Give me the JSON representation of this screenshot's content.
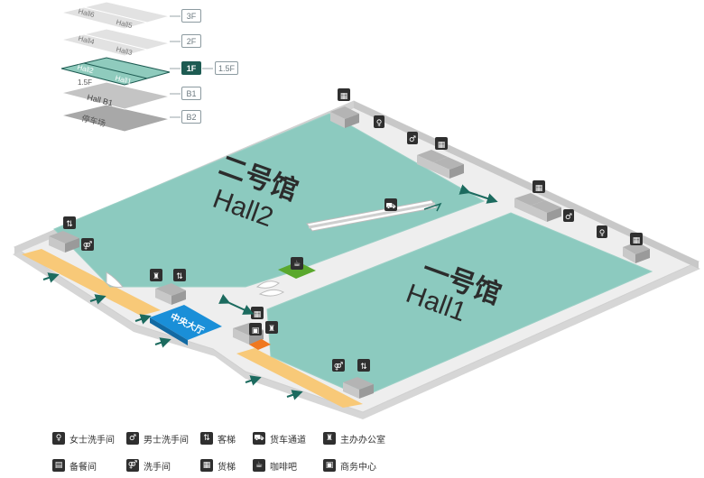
{
  "floor_selector": {
    "tabs": [
      {
        "label": "3F",
        "active": false
      },
      {
        "label": "2F",
        "active": false
      },
      {
        "label": "1F",
        "active": true
      },
      {
        "label": "B1",
        "active": false
      },
      {
        "label": "B2",
        "active": false
      }
    ],
    "mezzanine_tab": "1.5F",
    "layers": {
      "3f_a": "Hall6",
      "3f_b": "Hall5",
      "2f_a": "Hall4",
      "2f_b": "Hall3",
      "1f_a": "Hall2",
      "1f_b": "Hall1",
      "1f_mez": "1.5F",
      "b1": "Hall B1",
      "b2": "停车场"
    }
  },
  "map": {
    "hall2": {
      "cn": "二号馆",
      "en": "Hall2"
    },
    "hall1": {
      "cn": "一号馆",
      "en": "Hall1"
    },
    "central_hall": "中央大厅"
  },
  "colors": {
    "hall": "#8ccabf",
    "floor": "#ebebeb",
    "wall": "#d2d2d2",
    "corridor": "#f8c978",
    "central": "#1a8fd8",
    "cafe": "#5aa82d",
    "service": "#cfcfcf",
    "arrow_teal": "#1c6b5f",
    "icon": "#2f2f2f",
    "active_tab": "#1d5b52"
  },
  "legend": [
    {
      "icon": "female-restroom-icon",
      "glyph": "♀",
      "label": "女士洗手间"
    },
    {
      "icon": "male-restroom-icon",
      "glyph": "♂",
      "label": "男士洗手间"
    },
    {
      "icon": "passenger-elevator-icon",
      "glyph": "⇅",
      "label": "客梯"
    },
    {
      "icon": "freight-truck-icon",
      "glyph": "⛟",
      "label": "货车通道"
    },
    {
      "icon": "organizer-office-icon",
      "glyph": "♜",
      "label": "主办办公室"
    },
    {
      "icon": "dining-room-icon",
      "glyph": "▤",
      "label": "备餐间"
    },
    {
      "icon": "restrooms-icon",
      "glyph": "⚤",
      "label": "洗手间"
    },
    {
      "icon": "freight-elevator-icon",
      "glyph": "▦",
      "label": "货梯"
    },
    {
      "icon": "coffee-bar-icon",
      "glyph": "☕",
      "label": "咖啡吧"
    },
    {
      "icon": "business-center-icon",
      "glyph": "▣",
      "label": "商务中心"
    }
  ]
}
